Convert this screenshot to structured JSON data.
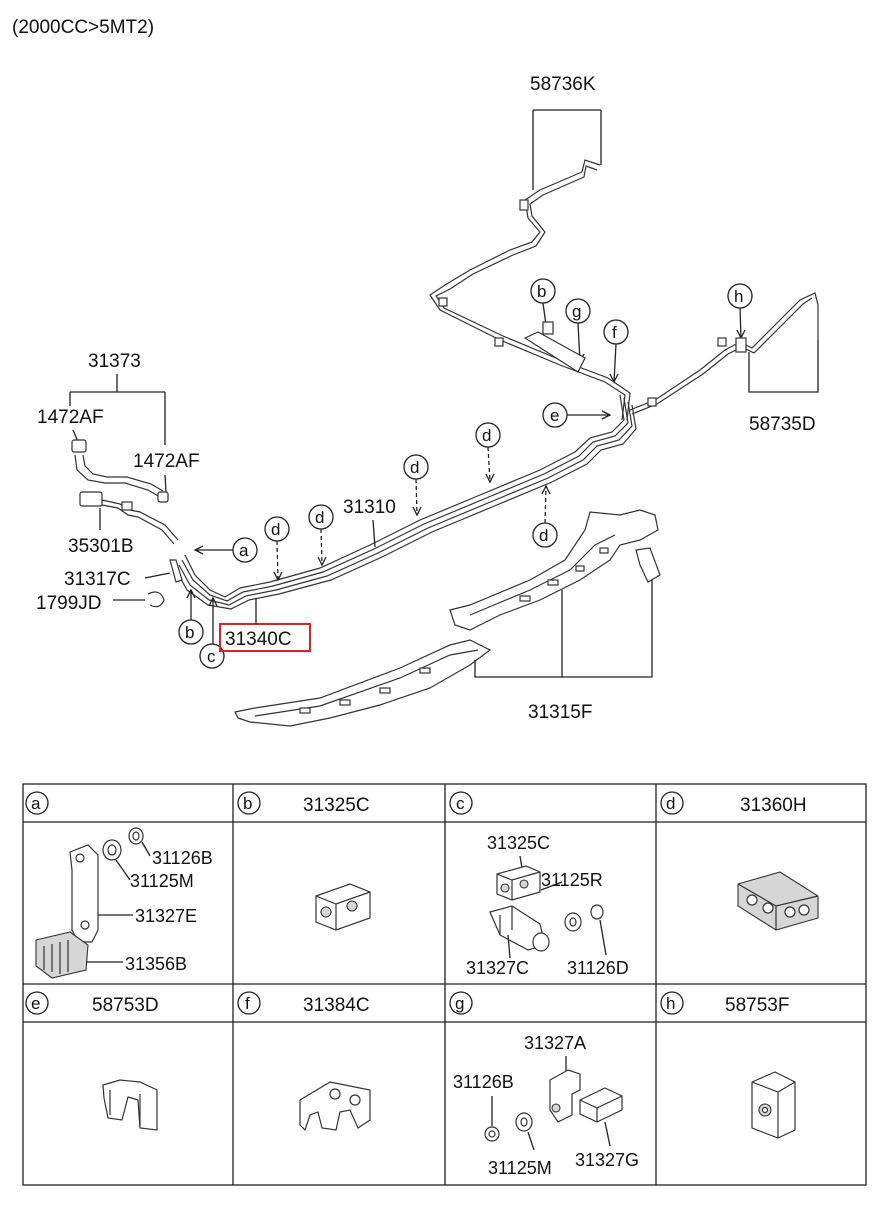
{
  "header": {
    "spec": "(2000CC>5MT2)"
  },
  "colors": {
    "highlight": "#e02020",
    "line": "#222222"
  },
  "labels": {
    "p58736K": "58736K",
    "p31373": "31373",
    "p1472AF_left": "1472AF",
    "p1472AF_right": "1472AF",
    "p35301B": "35301B",
    "p31317C": "31317C",
    "p1799JD": "1799JD",
    "p31310": "31310",
    "p31340C": "31340C",
    "p58735D": "58735D",
    "p31315F": "31315F"
  },
  "callouts": {
    "a": "a",
    "b1": "b",
    "b2": "b",
    "c": "c",
    "d1": "d",
    "d2": "d",
    "d3": "d",
    "d4": "d",
    "d5": "d",
    "e": "e",
    "f": "f",
    "g": "g",
    "h": "h"
  },
  "table": {
    "cells": [
      {
        "letter": "a",
        "title": "",
        "parts": [
          "31126B",
          "31125M",
          "31327E",
          "31356B"
        ]
      },
      {
        "letter": "b",
        "title": "31325C",
        "parts": []
      },
      {
        "letter": "c",
        "title": "",
        "parts": [
          "31325C",
          "31125R",
          "31327C",
          "31126D"
        ]
      },
      {
        "letter": "d",
        "title": "31360H",
        "parts": []
      },
      {
        "letter": "e",
        "title": "58753D",
        "parts": []
      },
      {
        "letter": "f",
        "title": "31384C",
        "parts": []
      },
      {
        "letter": "g",
        "title": "",
        "parts": [
          "31327A",
          "31126B",
          "31125M",
          "31327G"
        ]
      },
      {
        "letter": "h",
        "title": "58753F",
        "parts": []
      }
    ]
  }
}
